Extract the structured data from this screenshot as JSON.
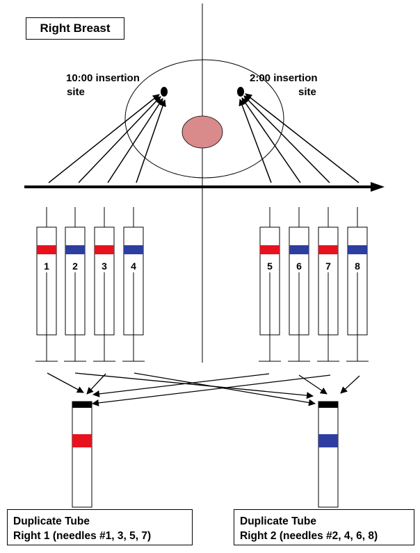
{
  "title": "Right Breast",
  "sites": {
    "left": {
      "line1": "10:00 insertion",
      "line2": "site"
    },
    "right": {
      "line1": "2:00 insertion",
      "line2": "site"
    }
  },
  "needles": [
    {
      "label": "1",
      "band_color": "#e8121e"
    },
    {
      "label": "2",
      "band_color": "#2e3ea0"
    },
    {
      "label": "3",
      "band_color": "#e8121e"
    },
    {
      "label": "4",
      "band_color": "#2e3ea0"
    },
    {
      "label": "5",
      "band_color": "#e8121e"
    },
    {
      "label": "6",
      "band_color": "#2e3ea0"
    },
    {
      "label": "7",
      "band_color": "#e8121e"
    },
    {
      "label": "8",
      "band_color": "#2e3ea0"
    }
  ],
  "tubes": {
    "left": {
      "line1": "Duplicate Tube",
      "line2": "Right 1 (needles #1, 3, 5, 7)",
      "band_color": "#e8121e"
    },
    "right": {
      "line1": "Duplicate Tube",
      "line2": "Right 2 (needles #2, 4, 6, 8)",
      "band_color": "#2e3ea0"
    }
  },
  "colors": {
    "nipple": "#d98a8a",
    "stroke": "#000000"
  }
}
